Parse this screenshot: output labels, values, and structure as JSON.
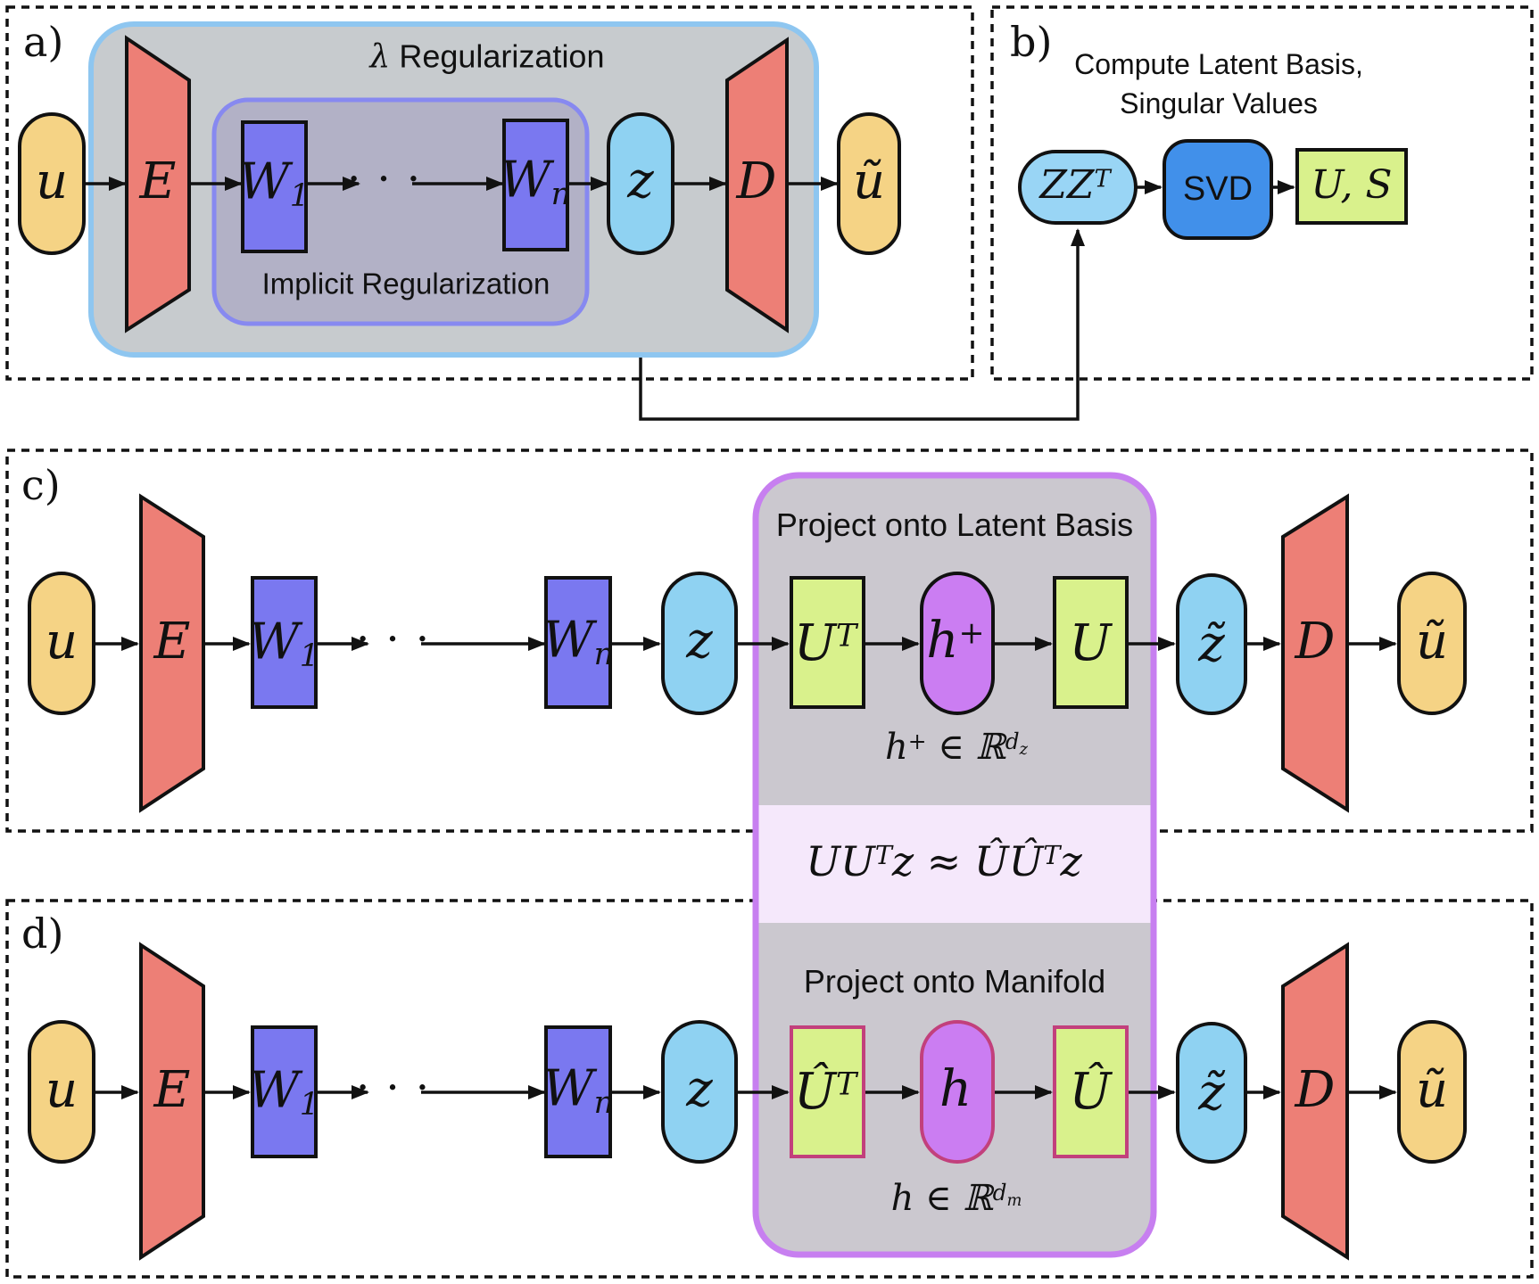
{
  "colors": {
    "yellow": "#f5d385",
    "salmon": "#ed7f76",
    "periwinkle": "#7a78f0",
    "sky": "#8fd2f2",
    "zzt_blue": "#99d5f5",
    "svd_blue": "#4190ea",
    "green": "#d9f18c",
    "orchid": "#cb7df2",
    "gray_outer": "#c7cbce",
    "gray_inner": "#b2b1c6",
    "gray_proj": "#cbc8cf",
    "lavender": "#f5e8fb",
    "blue_border": "#8ec6f0",
    "periwinkle_border": "#8789f0",
    "purple_border": "#c77ff0",
    "crimson_border": "#c2407c"
  },
  "panels": {
    "a": {
      "tag": "a)",
      "lambda_sym": "λ",
      "lambda_text": " Regularization",
      "implicit_text": "Implicit Regularization"
    },
    "b": {
      "tag": "b)",
      "title_line1": "Compute Latent Basis,",
      "title_line2": "Singular Values",
      "zzt": {
        "base": "ZZ",
        "sup": "T"
      },
      "svd_label": "SVD",
      "us_label": "U, S"
    },
    "c": {
      "tag": "c)",
      "project_label": "Project onto Latent Basis",
      "dim": {
        "base": "h",
        "sup": "+",
        "mid": " ∈ ℝ",
        "dsup": "d",
        "dsub": "z"
      }
    },
    "d": {
      "tag": "d)",
      "project_label": "Project onto Manifold",
      "dim": {
        "base": "h",
        "mid": " ∈ ℝ",
        "dsup": "d",
        "dsub": "m"
      }
    }
  },
  "nodes": {
    "u": "u",
    "E": "E",
    "W1": {
      "base": "W",
      "sub": "1"
    },
    "Wn": {
      "base": "W",
      "sub": "n"
    },
    "z": "z",
    "D": "D",
    "u_tilde": "ũ",
    "z_tilde": "z̃",
    "dots": "⋅ ⋅ ⋅",
    "UT": {
      "base": "U",
      "sup": "T"
    },
    "h_plus": {
      "base": "h",
      "sup": "+"
    },
    "U": "U",
    "UhatT": {
      "base": "Û",
      "sup": "T"
    },
    "h": "h",
    "Uhat": "Û"
  },
  "equation": {
    "p1": "UU",
    "s1": "T",
    "p2": "z ≈ ÛÛ",
    "s2": "T",
    "p3": "z"
  }
}
